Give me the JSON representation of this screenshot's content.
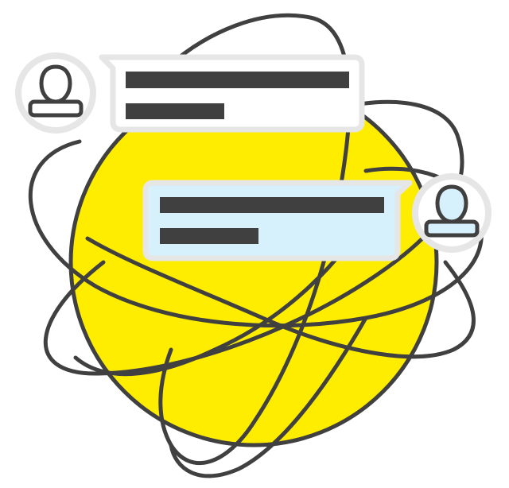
{
  "colors": {
    "globe_fill": "#FFED00",
    "outline": "#404040",
    "bubble_incoming_fill": "#FFFFFF",
    "bubble_incoming_border": "#E6E6E6",
    "bubble_outgoing_fill": "#D6F1FB",
    "bubble_outgoing_border": "#E6E6E6",
    "avatar_ring": "#E6E6E6",
    "avatar_left_fill": "#FFFFFF",
    "avatar_right_fill": "#D6F1FB",
    "text_placeholder": "#404040"
  },
  "icons": {
    "globe": "globe-with-orbits-icon",
    "avatar_left": "user-avatar-icon",
    "avatar_right": "user-avatar-icon",
    "bubble_left": "chat-bubble-incoming-icon",
    "bubble_right": "chat-bubble-outgoing-icon"
  },
  "messages": {
    "incoming": {
      "lines": 2,
      "line_fill": [
        1.0,
        0.42
      ]
    },
    "outgoing": {
      "lines": 2,
      "line_fill": [
        1.0,
        0.44
      ]
    }
  }
}
